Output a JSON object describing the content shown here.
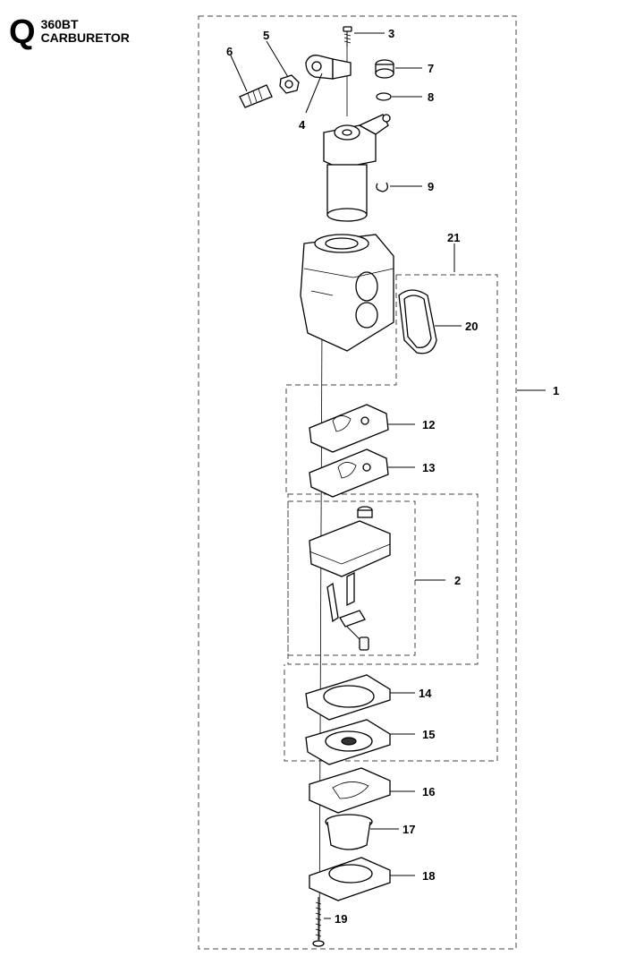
{
  "header": {
    "section_letter": "Q",
    "model": "360BT",
    "title": "CARBURETOR"
  },
  "callouts": [
    "1",
    "2",
    "3",
    "4",
    "5",
    "6",
    "7",
    "8",
    "9",
    "12",
    "13",
    "14",
    "15",
    "16",
    "17",
    "18",
    "19",
    "20",
    "21"
  ]
}
